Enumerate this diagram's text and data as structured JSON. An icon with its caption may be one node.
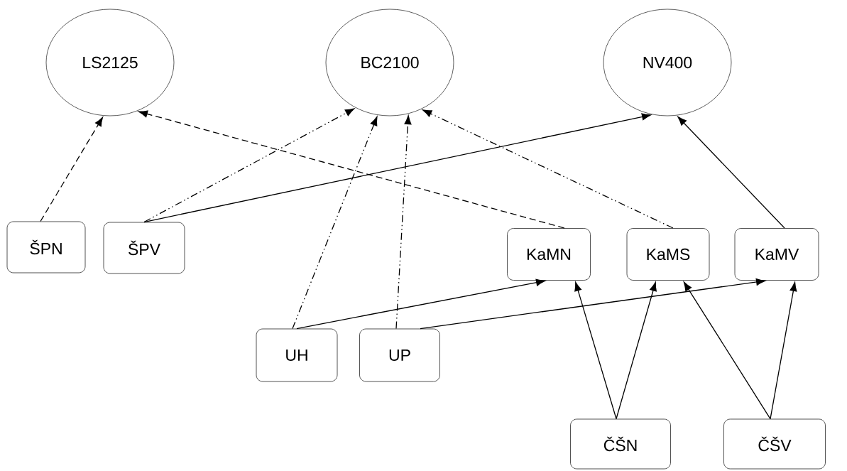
{
  "diagram": {
    "nodes": [
      {
        "text": [
          "LS2125"
        ]
      },
      {
        "text": [
          "BC2100"
        ]
      },
      {
        "text": [
          "NV400"
        ]
      },
      {
        "text": [
          "ŠPN"
        ]
      },
      {
        "text": [
          "ŠPV"
        ]
      },
      {
        "text": [
          "KaMN"
        ]
      },
      {
        "text": [
          "KaMS"
        ]
      },
      {
        "text": [
          "KaMV"
        ]
      },
      {
        "text": [
          "UH"
        ]
      },
      {
        "text": [
          "UP"
        ]
      },
      {
        "text": [
          "ČŠN"
        ]
      },
      {
        "text": [
          "ČŠV"
        ]
      }
    ],
    "edges": [
      {
        "from": 3,
        "to": 0,
        "arrow": "to",
        "style": "dashed"
      },
      {
        "from": 5,
        "to": 0,
        "arrow": "to",
        "style": "dashed"
      },
      {
        "from": 4,
        "to": 1,
        "arrow": "to",
        "style": "dashed"
      },
      {
        "from": 8,
        "to": 1,
        "arrow": "to",
        "style": "dashed"
      },
      {
        "from": 9,
        "to": 1,
        "arrow": "to",
        "style": "dashed"
      },
      {
        "from": 6,
        "to": 1,
        "arrow": "to",
        "style": "dashed"
      },
      {
        "from": 4,
        "to": 2,
        "arrow": "to"
      },
      {
        "from": 7,
        "to": 2,
        "arrow": "to"
      },
      {
        "from": 8,
        "to": 5,
        "arrow": "to"
      },
      {
        "from": 9,
        "to": 7,
        "arrow": "to"
      },
      {
        "from": 10,
        "to": 5,
        "arrow": "to"
      },
      {
        "from": 10,
        "to": 6,
        "arrow": "to"
      },
      {
        "from": 11,
        "to": 6,
        "arrow": "to"
      },
      {
        "from": 11,
        "to": 7,
        "arrow": "to"
      }
    ]
  }
}
